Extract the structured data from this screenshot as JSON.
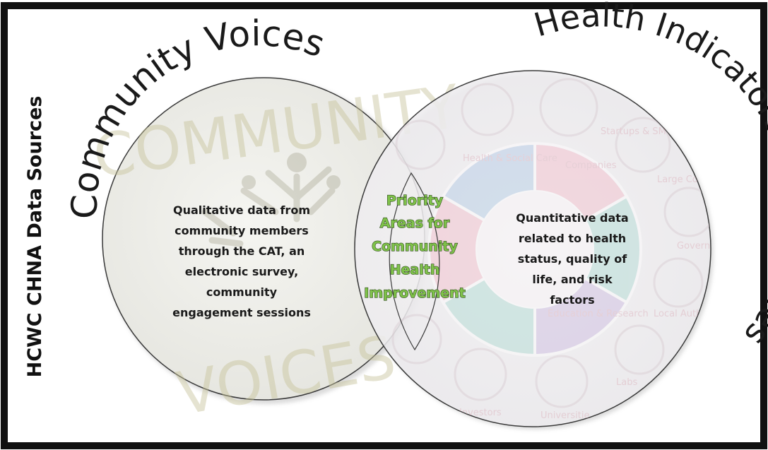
{
  "side_title": "HCWC CHNA Data Sources",
  "left_circle": {
    "title": "Community Voices",
    "description": [
      "Qualitative data from",
      "community members",
      "through the CAT, an",
      "electronic survey,",
      "community",
      "engagement sessions"
    ]
  },
  "right_circle": {
    "title": "Health Indicators & Outcomes",
    "description": [
      "Quantitative data",
      "related to health",
      "status, quality of",
      "life, and risk",
      "factors"
    ]
  },
  "overlap": {
    "lines": [
      "Priority",
      "Areas for",
      "Community",
      "Health",
      "Improvement"
    ]
  },
  "watermark": {
    "top": "COMMUNITY",
    "bottom": "VOICES"
  },
  "background_labels": [
    "Startups & SM",
    "Health & Social Care",
    "Companies",
    "Large Corporat",
    "Governments",
    "Local Authoritie",
    "Education & Research",
    "Labs",
    "Universitie",
    "Investors"
  ],
  "colors": {
    "frame": "#111111",
    "priority_text": "#7fc24a",
    "segment_blue": "#a9c7e4",
    "segment_pink": "#f2b8c6",
    "segment_teal": "#a6d9cf",
    "segment_purple": "#c8b6df"
  }
}
